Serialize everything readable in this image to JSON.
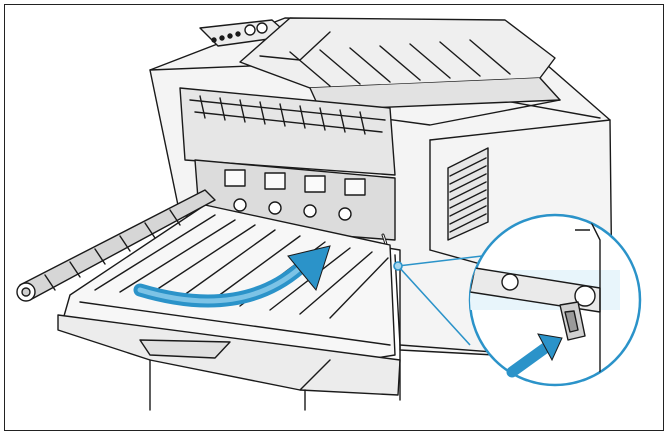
{
  "figure": {
    "subject": "laser-printer-rear-view",
    "parts": [
      "control-panel",
      "top-output-tray",
      "rear-output-cover",
      "fuser-unit",
      "paper-path",
      "side-vent",
      "rear-tray",
      "paper-guide-lever"
    ],
    "callout": "magnified-lever-detail",
    "arrows": [
      "paper-path-arrow",
      "push-lever-arrow"
    ]
  },
  "colors": {
    "line": "#1a1a1a",
    "body": "#f4f4f4",
    "shade": "#d9d9d9",
    "accent": "#2b93c9",
    "accent_light": "#a9d8ef",
    "callout_fill": "#e8f5fb"
  }
}
